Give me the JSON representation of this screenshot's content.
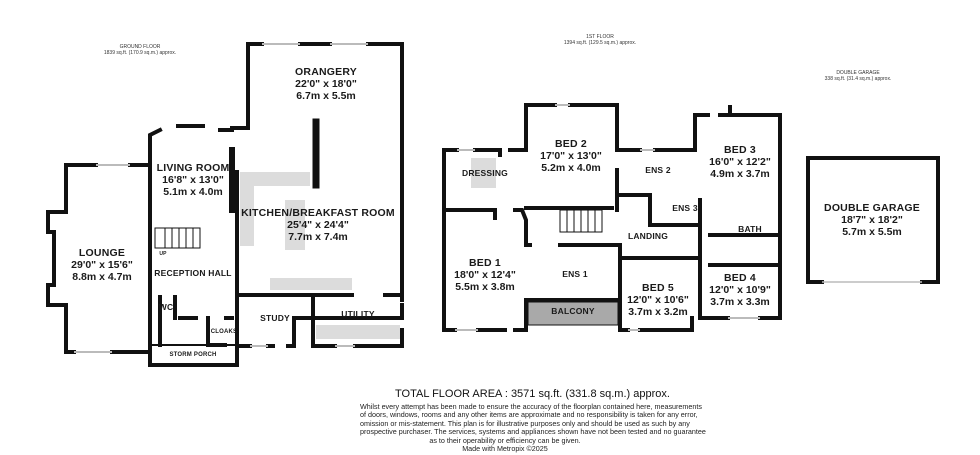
{
  "floors": {
    "ground": {
      "title": "GROUND FLOOR",
      "area": "1839 sq.ft. (170.9 sq.m.) approx."
    },
    "first": {
      "title": "1ST FLOOR",
      "area": "1394 sq.ft. (129.5 sq.m.) approx."
    },
    "garage": {
      "title": "DOUBLE GARAGE",
      "area": "338 sq.ft. (31.4 sq.m.) approx."
    }
  },
  "rooms": {
    "lounge": {
      "name": "LOUNGE",
      "imperial": "29'0\"  x 15'6\"",
      "metric": "8.8m  x 4.7m"
    },
    "living_room": {
      "name": "LIVING ROOM",
      "imperial": "16'8\"  x 13'0\"",
      "metric": "5.1m  x 4.0m"
    },
    "orangery": {
      "name": "ORANGERY",
      "imperial": "22'0\"  x 18'0\"",
      "metric": "6.7m  x 5.5m"
    },
    "kitchen": {
      "name": "KITCHEN/BREAKFAST ROOM",
      "imperial": "25'4\"  x 24'4\"",
      "metric": "7.7m  x 7.4m"
    },
    "reception_hall": {
      "name": "RECEPTION HALL"
    },
    "wc": {
      "name": "WC"
    },
    "cloaks": {
      "name": "CLOAKS"
    },
    "study": {
      "name": "STUDY"
    },
    "utility": {
      "name": "UTILITY"
    },
    "storm_porch": {
      "name": "STORM PORCH"
    },
    "dressing": {
      "name": "DRESSING"
    },
    "bed1": {
      "name": "BED 1",
      "imperial": "18'0\"  x 12'4\"",
      "metric": "5.5m  x 3.8m"
    },
    "bed2": {
      "name": "BED 2",
      "imperial": "17'0\"  x 13'0\"",
      "metric": "5.2m  x 4.0m"
    },
    "bed3": {
      "name": "BED 3",
      "imperial": "16'0\"  x 12'2\"",
      "metric": "4.9m  x 3.7m"
    },
    "bed4": {
      "name": "BED 4",
      "imperial": "12'0\"  x 10'9\"",
      "metric": "3.7m  x 3.3m"
    },
    "bed5": {
      "name": "BED 5",
      "imperial": "12'0\"  x 10'6\"",
      "metric": "3.7m  x 3.2m"
    },
    "ens1": {
      "name": "ENS 1"
    },
    "ens2": {
      "name": "ENS 2"
    },
    "ens3": {
      "name": "ENS 3"
    },
    "bath": {
      "name": "BATH"
    },
    "landing": {
      "name": "LANDING"
    },
    "balcony": {
      "name": "BALCONY"
    },
    "double_garage": {
      "name": "DOUBLE GARAGE",
      "imperial": "18'7\"  x 18'2\"",
      "metric": "5.7m  x 5.5m"
    }
  },
  "stair_label": "UP",
  "footer": {
    "total": "TOTAL FLOOR AREA : 3571 sq.ft. (331.8 sq.m.) approx.",
    "disclaimer_lines": [
      "Whilst every attempt has been made to ensure the accuracy of the floorplan contained here, measurements",
      "of doors, windows, rooms and any other items are approximate and no responsibility is taken for any error,",
      "omission or mis-statement. This plan is for illustrative purposes only and should be used as such by any",
      "prospective purchaser. The services, systems and appliances shown have not been tested and no guarantee",
      "as to their operability or efficiency can be given."
    ],
    "credit": "Made with Metropix ©2025"
  },
  "colors": {
    "wall": "#111111",
    "fixture": "#dcdcdc",
    "balcony": "#a9a9a9",
    "window": "#bbbbbb"
  }
}
